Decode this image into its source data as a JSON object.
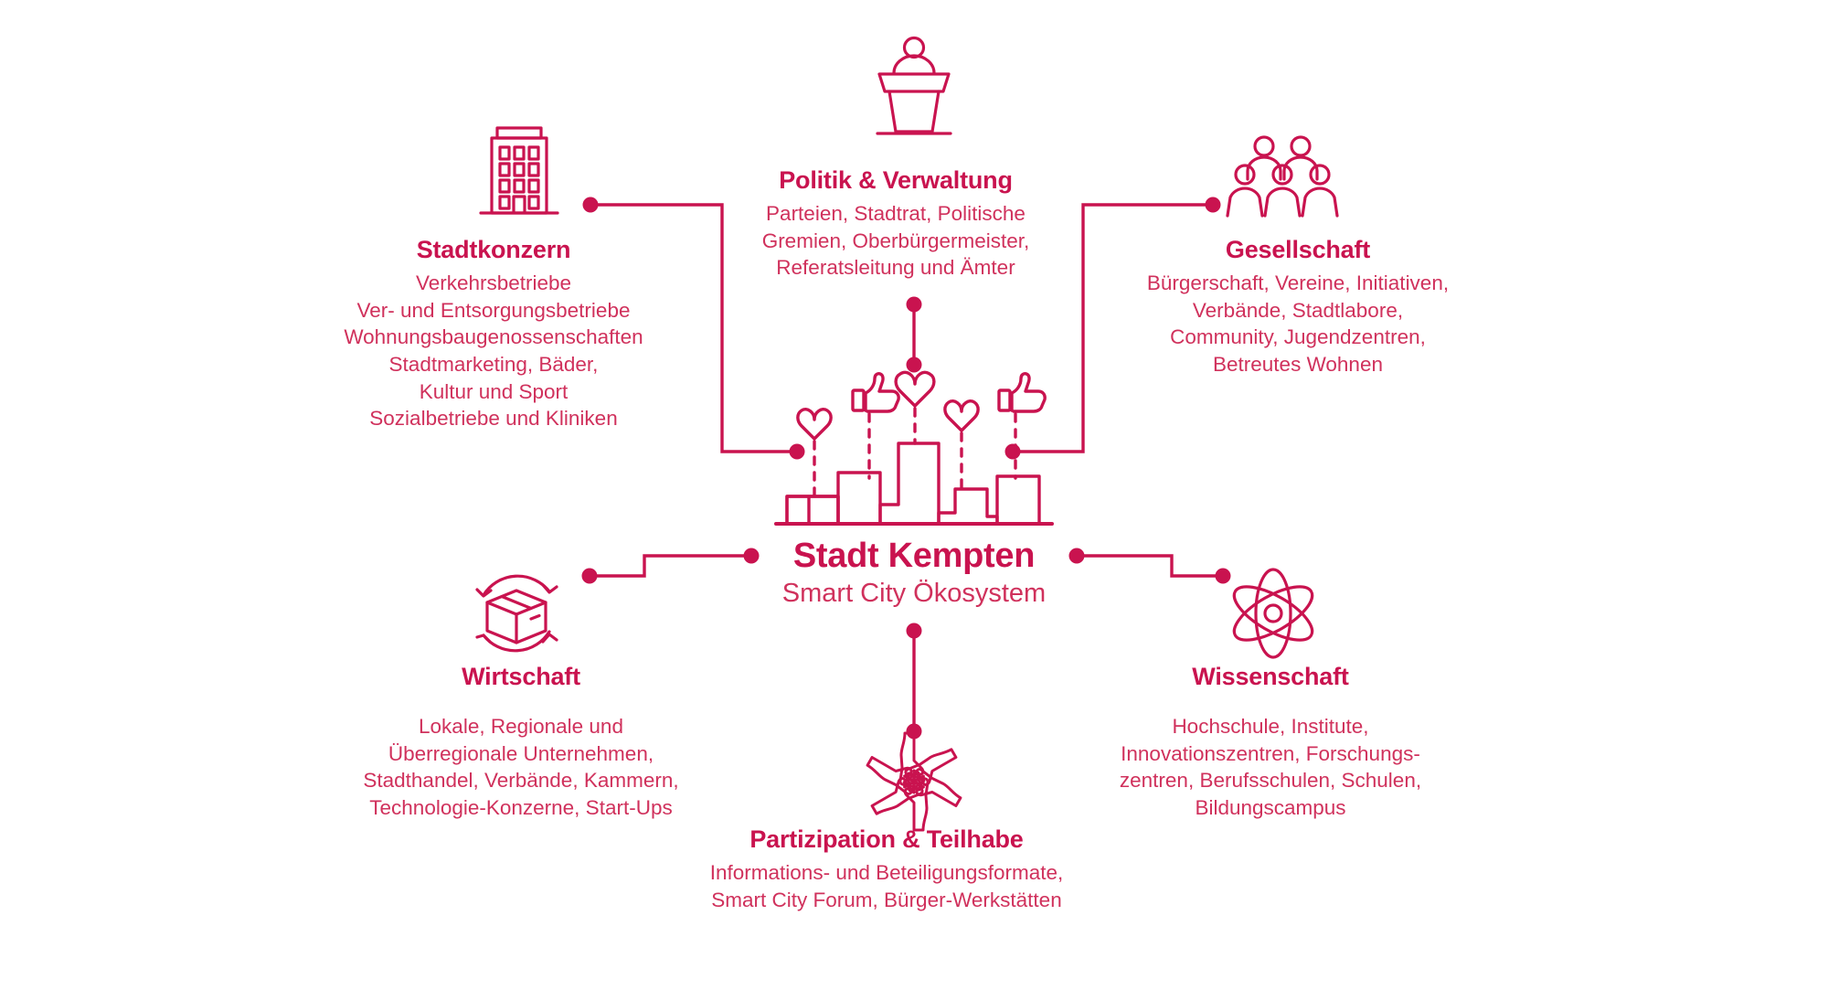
{
  "brand": {
    "primary": "#C9134F",
    "secondary": "#D0315C",
    "background": "#FFFFFF"
  },
  "center": {
    "title": "Stadt Kempten",
    "subtitle": "Smart City Ökosystem",
    "icon": "city-skyline-with-hearts-and-likes-icon"
  },
  "nodes": [
    {
      "id": "stadtkonzern",
      "title": "Stadtkonzern",
      "description": "Verkehrsbetriebe\nVer- und Entsorgungsbetriebe\nWohnungsbaugenossenschaften\nStadtmarketing, Bäder,\nKultur und Sport\nSozialbetriebe und Kliniken",
      "icon": "office-building-icon"
    },
    {
      "id": "politik",
      "title": "Politik & Verwaltung",
      "description": "Parteien, Stadtrat, Politische\nGremien, Oberbürgermeister,\nReferatsleitung und Ämter",
      "icon": "speaker-podium-icon"
    },
    {
      "id": "gesellschaft",
      "title": "Gesellschaft",
      "description": "Bürgerschaft, Vereine, Initiativen,\nVerbände, Stadtlabore,\nCommunity, Jugendzentren,\nBetreutes Wohnen",
      "icon": "group-of-people-icon"
    },
    {
      "id": "wirtschaft",
      "title": "Wirtschaft",
      "description": "Lokale, Regionale und\nÜberregionale Unternehmen,\nStadthandel, Verbände, Kammern,\nTechnologie-Konzerne, Start-Ups",
      "icon": "package-circular-arrows-icon"
    },
    {
      "id": "wissenschaft",
      "title": "Wissenschaft",
      "description": "Hochschule, Institute,\nInnovationszentren, Forschungs-\nzentren, Berufsschulen, Schulen,\nBildungscampus",
      "icon": "atom-icon"
    },
    {
      "id": "partizipation",
      "title": "Partizipation & Teilhabe",
      "description": "Informations- und Beteiligungsformate,\nSmart City Forum, Bürger-Werkstätten",
      "icon": "joined-hands-circle-icon"
    }
  ]
}
